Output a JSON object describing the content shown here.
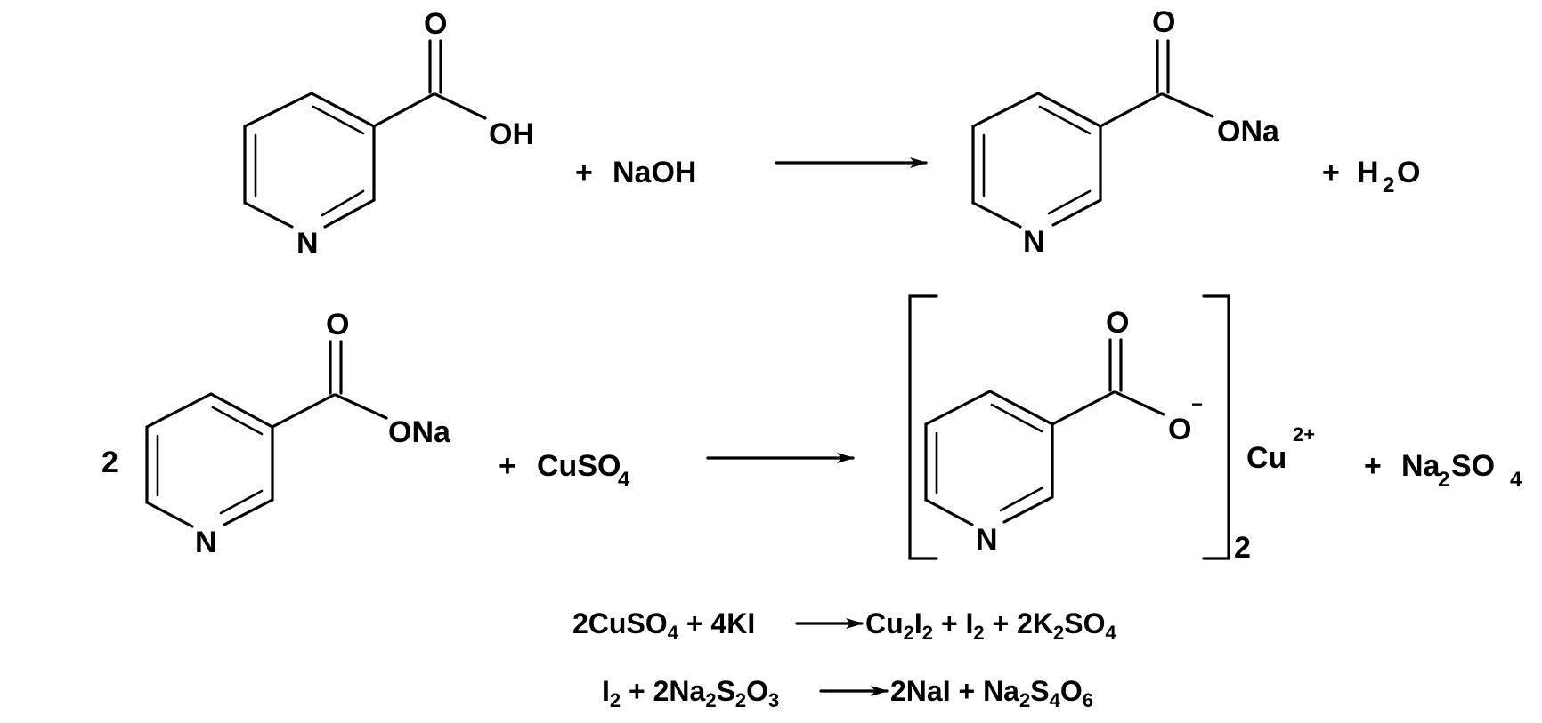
{
  "colors": {
    "ink": "#000000",
    "background": "#ffffff"
  },
  "reaction1": {
    "reactant_atoms": {
      "o": "O",
      "oh": "OH",
      "n": "N"
    },
    "reagent": {
      "plus": "+",
      "formula": "NaOH"
    },
    "product_atoms": {
      "o": "O",
      "ona": "ONa",
      "n": "N"
    },
    "byproduct": {
      "plus": "+",
      "h": "H",
      "sub": "2",
      "o": "O"
    }
  },
  "reaction2": {
    "coefficient": "2",
    "reactant_atoms": {
      "o": "O",
      "ona": "ONa",
      "n": "N"
    },
    "reagent": {
      "plus": "+",
      "formula": "CuSO",
      "sub": "4"
    },
    "product_atoms": {
      "o": "O",
      "o_minus": "O",
      "charge": "−",
      "n": "N"
    },
    "bracket_subscript": "2",
    "cation": {
      "symbol": "Cu",
      "charge": "2+"
    },
    "byproduct": {
      "plus": "+",
      "na": "Na",
      "sub1": "2",
      "so": "SO",
      "sub2": "4"
    }
  },
  "equation3": {
    "lhs1": "2CuSO",
    "lhs1_sub": "4",
    "lhs2": " + 4KI ",
    "rhs1": " Cu",
    "rhs1_sub1": "2",
    "rhs1b": "I",
    "rhs1_sub2": "2",
    "rhs2": " + I",
    "rhs2_sub": "2",
    "rhs3": " + 2K",
    "rhs3_sub1": "2",
    "rhs3b": "SO",
    "rhs3_sub2": "4"
  },
  "equation4": {
    "lhs1": "I",
    "lhs1_sub": "2",
    "lhs2": " + 2Na",
    "lhs2_sub1": "2",
    "lhs2b": "S",
    "lhs2_sub2": "2",
    "lhs2c": "O",
    "lhs2_sub3": "3",
    "rhs1": " 2NaI + Na",
    "rhs1_sub1": "2",
    "rhs1b": "S",
    "rhs1_sub2": "4",
    "rhs1c": "O",
    "rhs1_sub3": "6"
  }
}
